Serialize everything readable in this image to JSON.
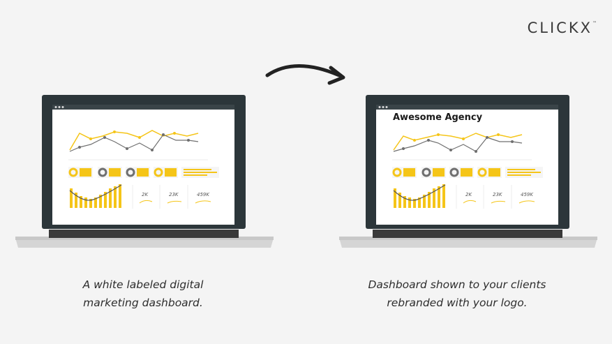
{
  "brand": {
    "logo_text": "CLICKX",
    "trademark": "™"
  },
  "left_panel": {
    "caption_line1": "A white labeled digital",
    "caption_line2": "marketing dashboard.",
    "stats": [
      "2K",
      "23K",
      "459K"
    ]
  },
  "right_panel": {
    "agency_name": "Awesome Agency",
    "caption_line1": "Dashboard shown to your clients",
    "caption_line2": "rebranded with your logo.",
    "stats": [
      "2K",
      "23K",
      "459K"
    ]
  },
  "colors": {
    "accent": "#f5c518",
    "frame": "#2c363a",
    "base": "#d5d5d5",
    "line": "#6f6f6f"
  },
  "icons": [
    "curved-arrow-icon"
  ]
}
